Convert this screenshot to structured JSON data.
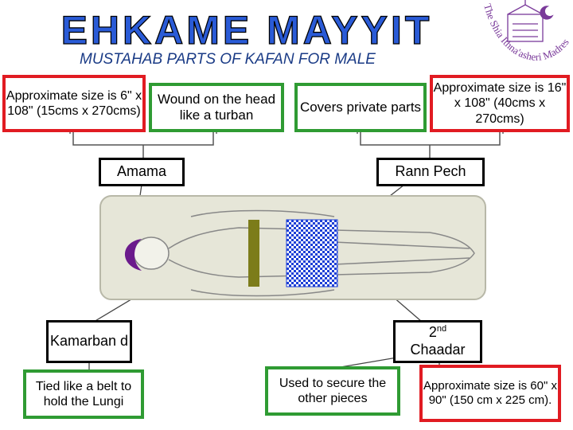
{
  "title": "EHKAME MAYYIT",
  "subtitle": "MUSTAHAB PARTS OF KAFAN FOR MALE",
  "logo": {
    "text": "The Shia Ithna'asheri Madressa"
  },
  "boxes": {
    "size_amama": "Approximate size is 6\" x 108\" (15cms x 270cms)",
    "wound_turban": "Wound on the head like a turban",
    "covers_private": "Covers private parts",
    "size_rann": "Approximate size is 16\" x 108\" (40cms x 270cms)",
    "amama": "Amama",
    "rann_pech": "Rann Pech",
    "kamarband": "Kamarban d",
    "chaadar_num": "2",
    "chaadar_sup": "nd",
    "chaadar_word": "Chaadar",
    "tied_belt": "Tied like a belt to hold the Lungi",
    "used_secure": "Used to secure the other pieces",
    "size_chaadar": "Approximate size is 60\" x 90\" (150 cm x 225 cm)."
  },
  "colors": {
    "title_blue": "#2a5bd7",
    "subtitle_blue": "#1a3b86",
    "red": "#e11b22",
    "green": "#2f9b33",
    "purple": "#6b1a8c",
    "olive": "#7c7c1a",
    "check": "#1d3fd6",
    "logo": "#7a3a9a"
  }
}
